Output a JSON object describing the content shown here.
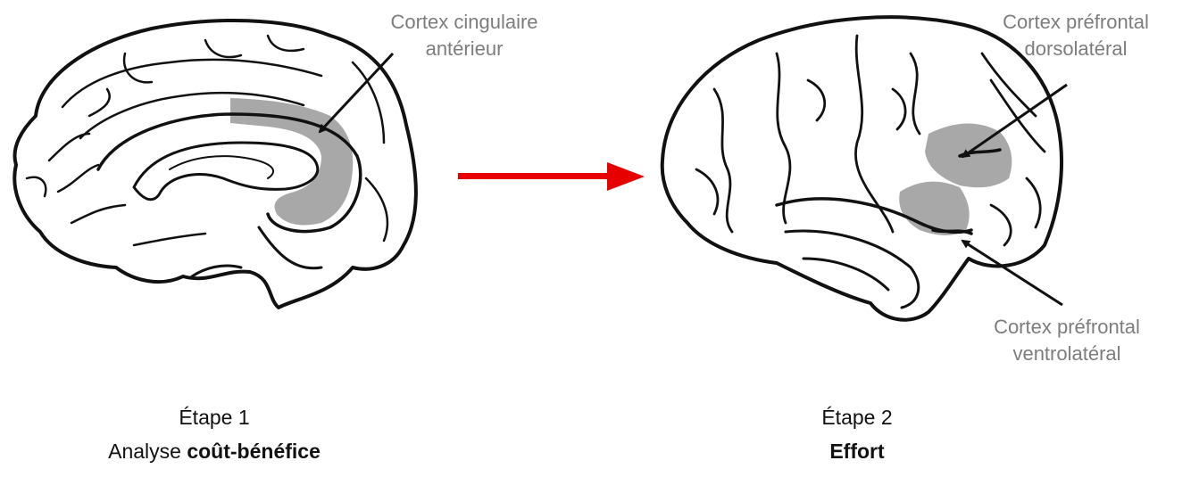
{
  "labels": {
    "acc": [
      "Cortex cingulaire",
      "antérieur"
    ],
    "dlpfc": [
      "Cortex préfrontal",
      "dorsolatéral"
    ],
    "vlpfc": [
      "Cortex préfrontal",
      "ventrolatéral"
    ]
  },
  "step1": {
    "title": "Étape 1",
    "prefix": "Analyse ",
    "bold": "coût-bénéfice"
  },
  "step2": {
    "title": "Étape 2",
    "bold": "Effort"
  },
  "colors": {
    "flow_arrow": "#e60000",
    "highlight": "#a8a8a8",
    "label_text": "#7d7d7d",
    "outline": "#111111"
  }
}
